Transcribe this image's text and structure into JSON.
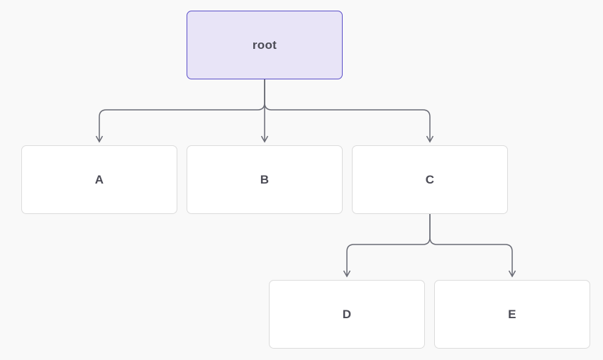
{
  "diagram": {
    "type": "tree",
    "direction": "top-down",
    "nodes": [
      {
        "id": "root",
        "label": "root",
        "parent": null
      },
      {
        "id": "A",
        "label": "A",
        "parent": "root"
      },
      {
        "id": "B",
        "label": "B",
        "parent": "root"
      },
      {
        "id": "C",
        "label": "C",
        "parent": "root"
      },
      {
        "id": "D",
        "label": "D",
        "parent": "C"
      },
      {
        "id": "E",
        "label": "E",
        "parent": "C"
      }
    ],
    "edges": [
      {
        "from": "root",
        "to": "A"
      },
      {
        "from": "root",
        "to": "B"
      },
      {
        "from": "root",
        "to": "C"
      },
      {
        "from": "C",
        "to": "D"
      },
      {
        "from": "C",
        "to": "E"
      }
    ],
    "colors": {
      "background": "#f9f9f9",
      "root_fill": "#e8e4f7",
      "root_border": "#5b4fc9",
      "node_fill": "#ffffff",
      "node_border": "#dcdcdc",
      "edge": "#696b75",
      "text": "#4b4b55"
    }
  }
}
